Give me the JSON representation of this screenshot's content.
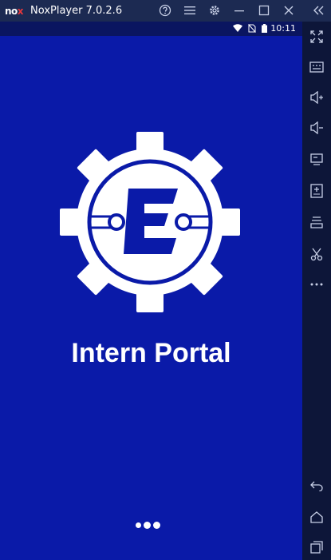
{
  "window": {
    "logo_prefix": "no",
    "logo_suffix": "x",
    "title": "NoxPlayer 7.0.2.6"
  },
  "status_bar": {
    "time": "10:11"
  },
  "app": {
    "name": "Intern Portal",
    "logo_letter": "E"
  },
  "colors": {
    "screen_bg": "#0a1aa8",
    "logo_blue": "#0a1aa8",
    "white": "#ffffff"
  },
  "sidebar": {
    "items": [
      "fullscreen-icon",
      "keyboard-icon",
      "volume-up-icon",
      "volume-down-icon",
      "screen-icon",
      "apk-install-icon",
      "toolbox-icon",
      "scissors-icon",
      "more-icon",
      "back-icon",
      "home-icon",
      "recent-apps-icon"
    ]
  }
}
